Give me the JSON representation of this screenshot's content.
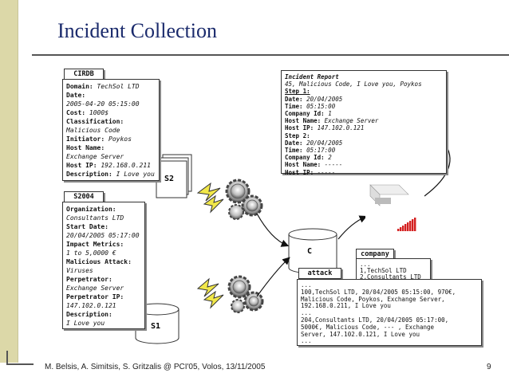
{
  "slide": {
    "title": "Incident Collection",
    "footer": "M. Belsis, A. Simitsis, S. Gritzalis @ PCI'05, Volos, 13/11/2005",
    "page_number": "9"
  },
  "cirdb": {
    "tab": "CIRDB",
    "rows": [
      {
        "label": "Domain:",
        "value": "TechSol LTD"
      },
      {
        "label": "Date:",
        "value": ""
      },
      {
        "label": "",
        "value": "2005-04-20 05:15:00"
      },
      {
        "label": "Cost:",
        "value": "1000$"
      },
      {
        "label": "Classification:",
        "value": ""
      },
      {
        "label": "",
        "value": "Malicious Code"
      },
      {
        "label": "Initiator:",
        "value": "Poykos"
      },
      {
        "label": "Host Name:",
        "value": ""
      },
      {
        "label": "",
        "value": "Exchange Server"
      },
      {
        "label": "Host IP:",
        "value": "192.168.0.211"
      },
      {
        "label": "Description:",
        "value": "I Love you"
      }
    ]
  },
  "s2004": {
    "tab": "S2004",
    "rows": [
      {
        "label": "Organization:",
        "value": ""
      },
      {
        "label": "",
        "value": "Consultants LTD"
      },
      {
        "label": "Start Date:",
        "value": ""
      },
      {
        "label": "",
        "value": "20/04/2005 05:17:00"
      },
      {
        "label": "Impact Metrics:",
        "value": ""
      },
      {
        "label": "",
        "value": "1 to 5,0000 €"
      },
      {
        "label": "Malicious Attack:",
        "value": ""
      },
      {
        "label": "",
        "value": "Viruses"
      },
      {
        "label": "Perpetrator:",
        "value": ""
      },
      {
        "label": "",
        "value": "Exchange Server"
      },
      {
        "label": "Perpetrator IP:",
        "value": ""
      },
      {
        "label": "",
        "value": "147.102.0.121"
      },
      {
        "label": "Description:",
        "value": ""
      },
      {
        "label": "",
        "value": "I Love you"
      }
    ]
  },
  "sources": {
    "s1": "S1",
    "s2": "S2",
    "c": "C"
  },
  "report": {
    "title": "Incident Report",
    "subtitle": "45, Malicious Code, I Love you, Poykos",
    "lines": [
      {
        "label": "Step 1:",
        "value": "",
        "underline": true
      },
      {
        "label": "Date:",
        "value": "20/04/2005"
      },
      {
        "label": "Time:",
        "value": "05:15:00"
      },
      {
        "label": "Company Id:",
        "value": "1"
      },
      {
        "label": "Host Name:",
        "value": "Exchange Server"
      },
      {
        "label": "Host IP:",
        "value": "147.102.0.121"
      },
      {
        "label": "Step 2:",
        "value": ""
      },
      {
        "label": "Date:",
        "value": "20/04/2005"
      },
      {
        "label": "Time:",
        "value": "05:17:00"
      },
      {
        "label": "Company Id:",
        "value": "2"
      },
      {
        "label": "Host Name:",
        "value": "-----"
      },
      {
        "label": "Host IP:",
        "value": "-----"
      }
    ]
  },
  "company": {
    "tab": "company",
    "rows": [
      "...",
      "1,TechSol LTD",
      "2,Consultants LTD",
      "..."
    ]
  },
  "attack": {
    "tab": "attack",
    "rows": [
      "...",
      "100,TechSol LTD, 20/04/2005 05:15:00, 970€,",
      "Malicious Code, Poykos, Exchange Server,",
      "192.168.0.211, I Love you",
      "...",
      "204,Consultants LTD, 20/04/2005 05:17:00,",
      "5000€, Malicious Code, --- , Exchange",
      "Server, 147.102.0.121, I Love you",
      "..."
    ]
  },
  "colors": {
    "title": "#1a2a6c",
    "left_bar": "#dcd8a8",
    "bolt": "#f2e84a",
    "bars": "#d42020"
  }
}
